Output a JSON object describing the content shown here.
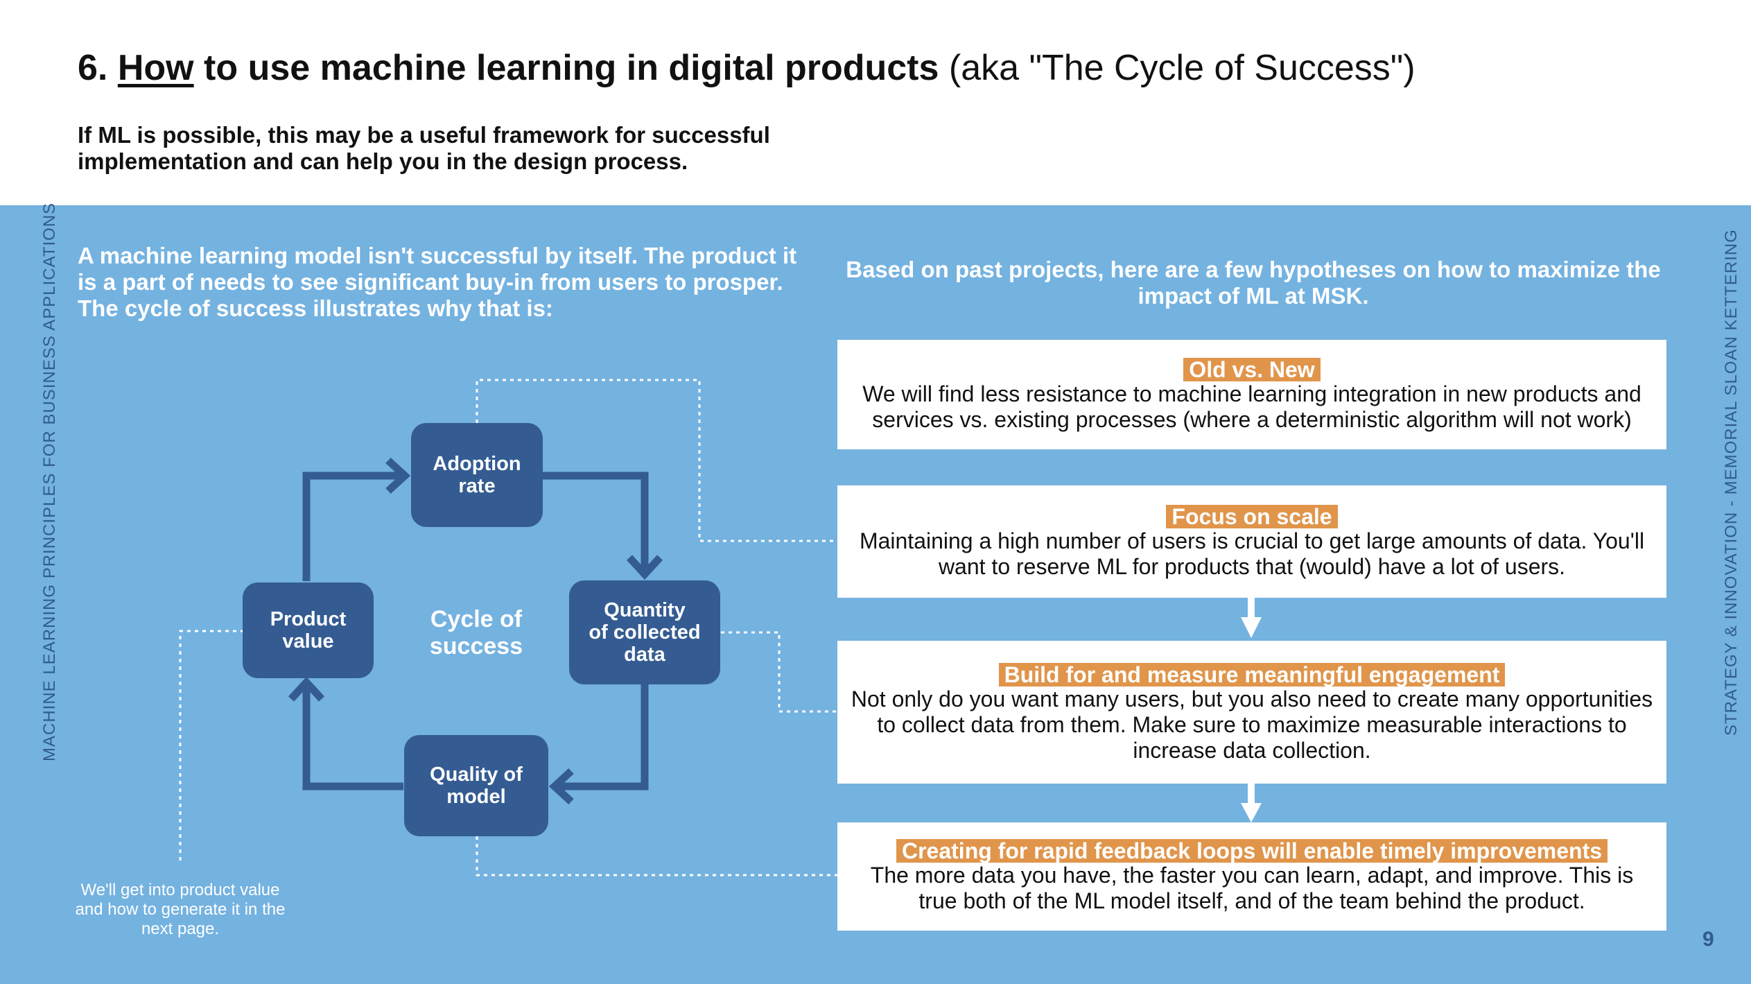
{
  "header": {
    "number": "6.",
    "title_how": "How",
    "title_rest": "to use machine learning in digital products",
    "title_aka": "(aka \"The Cycle of Success\")",
    "subtitle": "If ML is possible, this may be a useful framework for successful implementation and can help you in the design process."
  },
  "side": {
    "left": "MACHINE LEARNING PRINCIPLES FOR BUSINESS APPLICATIONS",
    "right": "STRATEGY & INNOVATION - MEMORIAL SLOAN KETTERING"
  },
  "intro": "A machine learning model isn't successful by itself. The product it is a part of needs to see significant buy-in from users to prosper. The cycle of success illustrates why that is:",
  "cycle": {
    "center": "Cycle of\nsuccess",
    "nodes": {
      "adoption": "Adoption\nrate",
      "quantity": "Quantity\nof collected\ndata",
      "quality": "Quality of\nmodel",
      "product": "Product\nvalue"
    },
    "note": "We'll get into product value and how to generate it in the next page."
  },
  "hypotheses": {
    "heading": "Based on past projects, here are a few hypotheses on how to maximize the impact of ML at MSK.",
    "items": [
      {
        "tag": "Old vs. New",
        "text": "We will find less resistance to machine learning integration in new products and services vs. existing processes (where a deterministic algorithm will not work)"
      },
      {
        "tag": "Focus on scale",
        "text": "Maintaining a high number of users is crucial to get large amounts of data. You'll want to reserve ML for products that (would) have a lot of users."
      },
      {
        "tag": "Build for and measure meaningful engagement",
        "text": "Not only do you want many users, but you also need to create many opportunities to collect data from them. Make sure to maximize measurable interactions to increase data collection."
      },
      {
        "tag": "Creating for rapid feedback loops will enable timely improvements",
        "text": "The more data you have, the faster you can learn, adapt, and improve. This is true both of the ML model itself, and of the team behind the product."
      }
    ]
  },
  "page_number": "9",
  "colors": {
    "panel": "#74b2e0",
    "node": "#345c92",
    "tag": "#e0954b"
  }
}
